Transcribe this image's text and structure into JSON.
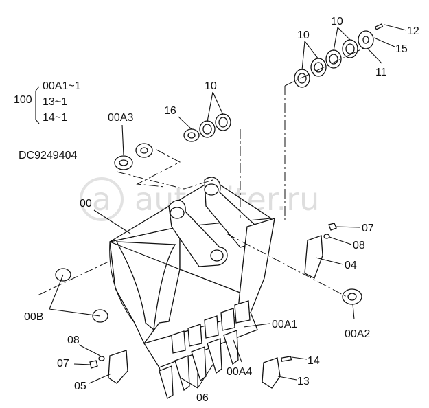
{
  "watermark": "autopiter.ru",
  "drawing_code": "DC9249404",
  "assembly_group": {
    "parent": "100",
    "children": [
      "00A1~1",
      "13~1",
      "14~1"
    ]
  },
  "callouts": {
    "c00": "00",
    "c00A1": "00A1",
    "c00A2": "00A2",
    "c00A3": "00A3",
    "c00A4": "00A4",
    "c00B": "00B",
    "c04": "04",
    "c05": "05",
    "c06": "06",
    "c07_right": "07",
    "c07_left": "07",
    "c08_right": "08",
    "c08_left": "08",
    "c10_top_left": "10",
    "c10_top_right": "10",
    "c10_mid": "10",
    "c11": "11",
    "c12": "12",
    "c13": "13",
    "c14": "14",
    "c15": "15",
    "c16": "16"
  }
}
